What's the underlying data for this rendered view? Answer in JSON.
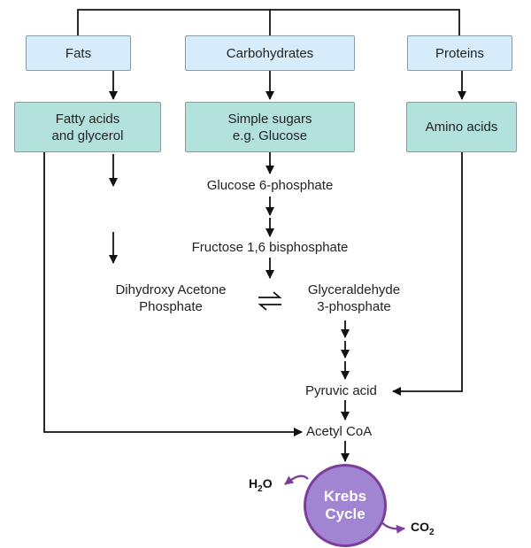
{
  "boxes": {
    "fats": "Fats",
    "carbohydrates": "Carbohydrates",
    "proteins": "Proteins",
    "fatty_acids_line1": "Fatty acids",
    "fatty_acids_line2": "and glycerol",
    "simple_sugars_line1": "Simple sugars",
    "simple_sugars_line2": "e.g. Glucose",
    "amino_acids": "Amino acids"
  },
  "pathway": {
    "glucose_6_phosphate": "Glucose 6-phosphate",
    "fructose_bisphosphate": "Fructose 1,6 bisphosphate",
    "dhap_line1": "Dihydroxy Acetone",
    "dhap_line2": "Phosphate",
    "g3p_line1": "Glyceraldehyde",
    "g3p_line2": "3-phosphate",
    "pyruvic_acid": "Pyruvic acid",
    "acetyl_coa": "Acetyl CoA"
  },
  "krebs": {
    "line1": "Krebs",
    "line2": "Cycle",
    "output_water_base": "H",
    "output_water_sub": "2",
    "output_water_tail": "O",
    "output_co2_base": "CO",
    "output_co2_sub": "2"
  },
  "colors": {
    "top_box_fill": "#d6ecfb",
    "mid_box_fill": "#b3e2dc",
    "krebs_fill": "#a184d2",
    "krebs_stroke": "#7b3f9a",
    "line": "#111111"
  }
}
